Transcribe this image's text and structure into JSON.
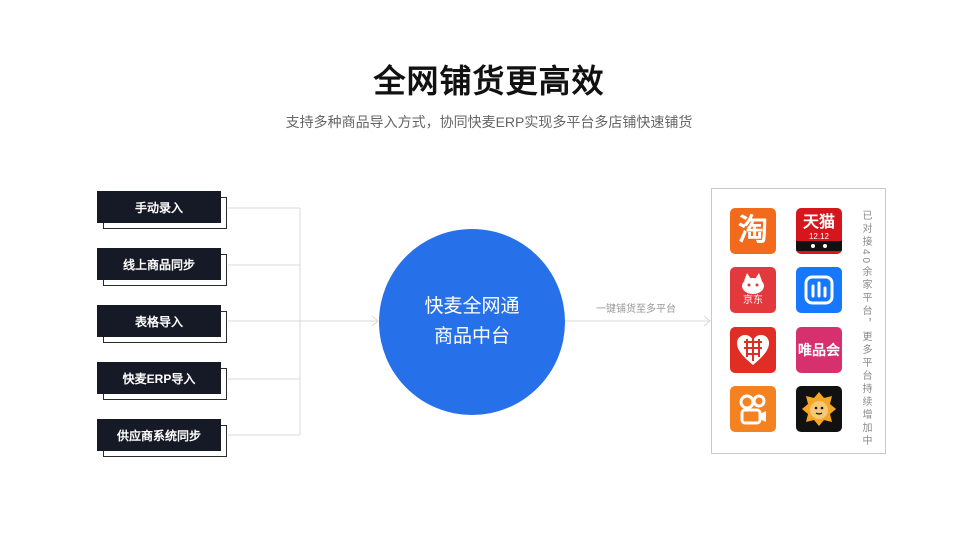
{
  "header": {
    "title": "全网铺货更高效",
    "subtitle": "支持多种商品导入方式，协同快麦ERP实现多平台多店铺快速铺货"
  },
  "sources": [
    {
      "label": "手动录入"
    },
    {
      "label": "线上商品同步"
    },
    {
      "label": "表格导入"
    },
    {
      "label": "快麦ERP导入"
    },
    {
      "label": "供应商系统同步"
    }
  ],
  "hub": {
    "line1": "快麦全网通",
    "line2": "商品中台"
  },
  "connector_label": "一键铺货至多平台",
  "platforms": {
    "apps": [
      {
        "name": "taobao-icon",
        "glyph": "淘",
        "color": "#f26a1b"
      },
      {
        "name": "tmall-icon",
        "glyph": "天猫",
        "sub": "12.12",
        "color": "#d6161d"
      },
      {
        "name": "jd-icon",
        "sub": "京东",
        "color": "#e4393c"
      },
      {
        "name": "dingtalk-icon",
        "color": "#1677ff"
      },
      {
        "name": "pinduoduo-icon",
        "color": "#e02e24"
      },
      {
        "name": "vipshop-icon",
        "glyph": "唯品会",
        "color": "#d6306f"
      },
      {
        "name": "kuaishou-icon",
        "color": "#f58220"
      },
      {
        "name": "suning-icon",
        "color": "#111111"
      }
    ],
    "note": "已对接40余家平台，更多平台持续增加中"
  }
}
